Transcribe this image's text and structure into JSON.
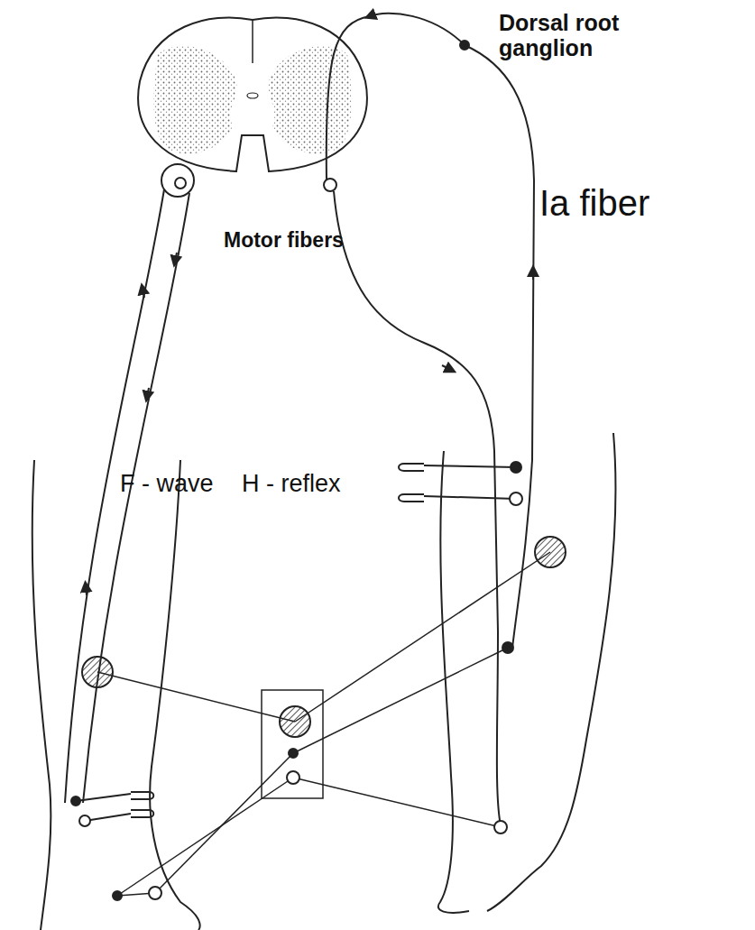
{
  "diagram": {
    "labels": [
      "Dorsal root ganglion",
      "Ia fiber",
      "Motor fibers",
      "F - wave",
      "H - reflex"
    ]
  }
}
